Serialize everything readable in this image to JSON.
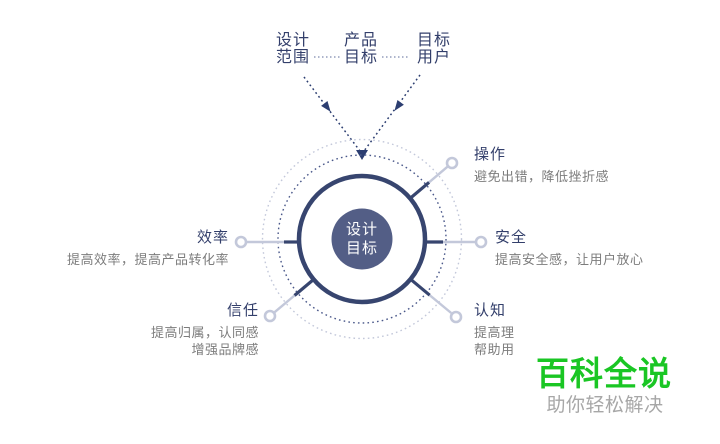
{
  "diagram": {
    "center": {
      "line1": "设计",
      "line2": "目标"
    },
    "top_labels": {
      "scope": {
        "line1": "设计",
        "line2": "范围"
      },
      "product": {
        "line1": "产品",
        "line2": "目标"
      },
      "user": {
        "line1": "目标",
        "line2": "用户"
      }
    },
    "nodes": {
      "operation": {
        "title": "操作",
        "desc1": "避免出错，降低挫折感"
      },
      "safety": {
        "title": "安全",
        "desc1": "提高安全感，让用户放心"
      },
      "cognition": {
        "title": "认知",
        "desc1": "提高理",
        "desc2": "帮助用"
      },
      "trust": {
        "title": "信任",
        "desc1": "提高归属，认同感",
        "desc2": "增强品牌感"
      },
      "efficiency": {
        "title": "效率",
        "desc1": "提高效率，提高产品转化率"
      }
    },
    "colors": {
      "navy": "#333f6b",
      "hub_fill": "#535e86",
      "light_lavender": "#c3c8da",
      "subtitle_gray": "#7c7c7c"
    }
  },
  "watermark": {
    "title": "百科全说",
    "subtitle": "助你轻松解决",
    "green": "#1ac624",
    "subtitle_gray": "#a7a7a7"
  }
}
